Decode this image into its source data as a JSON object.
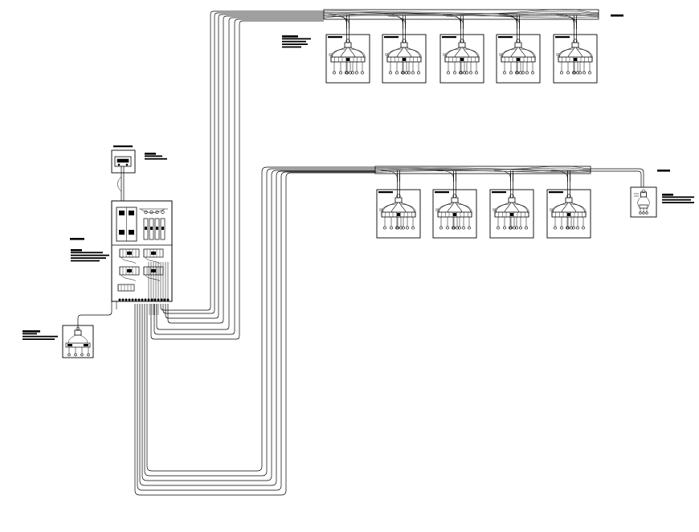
{
  "diagram": {
    "stroke": "#000000",
    "background": "#ffffff",
    "rows": [
      {
        "id": "top-row",
        "unit_count": 5
      },
      {
        "id": "middle-row",
        "unit_count": 4
      }
    ],
    "single_units": [
      {
        "id": "right-outdoor-unit"
      },
      {
        "id": "left-outdoor-unit"
      }
    ],
    "distribution_panel": {
      "id": "main-distribution-panel"
    },
    "meter_box": {
      "id": "meter-box"
    }
  }
}
